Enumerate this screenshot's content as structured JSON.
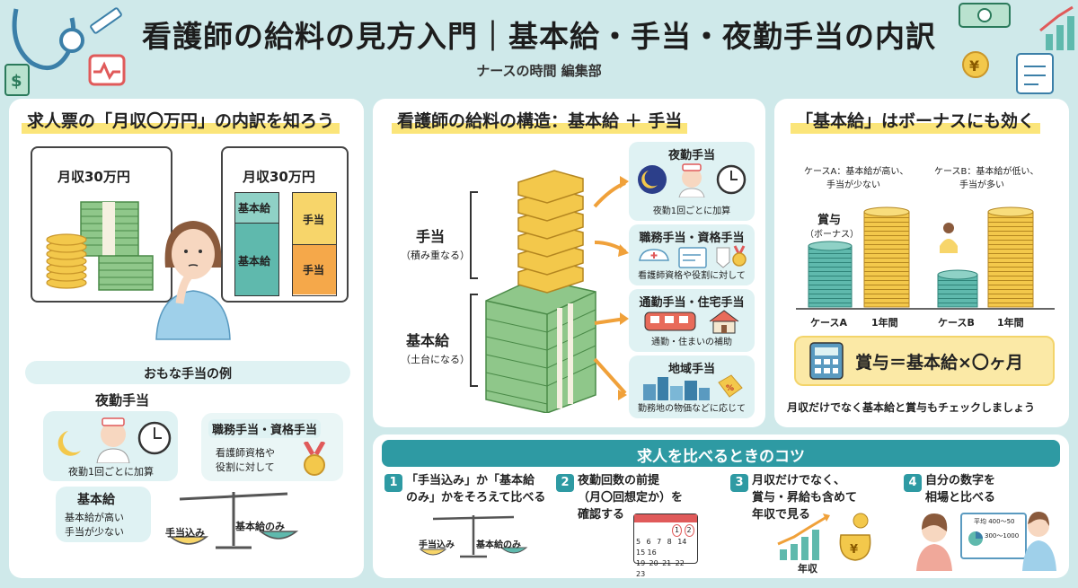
{
  "header": {
    "title": "看護師の給料の見方入門｜基本給・手当・夜勤手当の内訳",
    "subtitle": "ナースの時間 編集部"
  },
  "left": {
    "title": "求人票の「月収〇万円」の内訳を知ろう",
    "card1_label": "月収30万円",
    "card2_label": "月収30万円",
    "bar_left_top": "基本給",
    "bar_left_bottom": "基本給",
    "bar_right_top": "手当",
    "bar_right_bottom": "手当",
    "examples_title": "おもな手当の例",
    "night_label": "夜勤手当",
    "night_sub": "夜勤1回ごとに加算",
    "duty_label": "職務手当・資格手当",
    "duty_sub1": "看護師資格や",
    "duty_sub2": "役割に対して",
    "base_label": "基本給",
    "base_sub1": "基本給が高い",
    "base_sub2": "手当が少ない",
    "scale_left": "手当込み",
    "scale_right": "基本給のみ"
  },
  "middle": {
    "title": "看護師の給料の構造：基本給 ＋ 手当",
    "teate_label": "手当",
    "teate_sub": "（積み重なる）",
    "kihon_label": "基本給",
    "kihon_sub": "（土台になる）",
    "cards": [
      {
        "title": "夜勤手当",
        "sub": "夜勤1回ごとに加算"
      },
      {
        "title": "職務手当・資格手当",
        "sub": "看護師資格や役割に対して"
      },
      {
        "title": "通勤手当・住宅手当",
        "sub": "通勤・住まいの補助"
      },
      {
        "title": "地域手当",
        "sub": "勤務地の物価などに応じて"
      }
    ]
  },
  "right": {
    "title": "「基本給」はボーナスにも効く",
    "caseA_line1": "ケースA：基本給が高い、",
    "caseA_line2": "手当が少ない",
    "caseB_line1": "ケースB：基本給が低い、",
    "caseB_line2": "手当が多い",
    "bonus_label": "賞与",
    "bonus_sub": "（ボーナス）",
    "axis": [
      "ケースA",
      "1年間",
      "ケースB",
      "1年間"
    ],
    "formula": "賞与＝基本給×〇ヶ月",
    "note": "月収だけでなく基本給と賞与もチェックしましょう"
  },
  "tips": {
    "title": "求人を比べるときのコツ",
    "items": [
      {
        "num": "1",
        "line1": "「手当込み」か「基本給",
        "line2": "のみ」かをそろえて比べる",
        "line3": ""
      },
      {
        "num": "2",
        "line1": "夜勤回数の前提",
        "line2": "（月〇回想定か）を",
        "line3": "確認する"
      },
      {
        "num": "3",
        "line1": "月収だけでなく、",
        "line2": "賞与・昇給も含めて",
        "line3": "年収で見る"
      },
      {
        "num": "4",
        "line1": "自分の数字を",
        "line2": "相場と比べる",
        "line3": ""
      }
    ],
    "scale_left": "手当込み",
    "scale_right": "基本給のみ",
    "cal_row1": [
      "1",
      "2"
    ],
    "cal_row2": [
      "5",
      "6",
      "7",
      "8",
      "14",
      "15",
      "16"
    ],
    "cal_row3": [
      "19",
      "20",
      "21",
      "22",
      "23"
    ],
    "chart_label": "年収",
    "screen_line1": "平均 400～50",
    "screen_line2": "300～1000"
  },
  "colors": {
    "background": "#cfe9ea",
    "accent": "#2e9aa3",
    "base_green": "#5fb9ad",
    "allowance_yellow": "#f7d56a",
    "allowance_orange": "#f5a84a",
    "highlight": "#fbe57a"
  }
}
